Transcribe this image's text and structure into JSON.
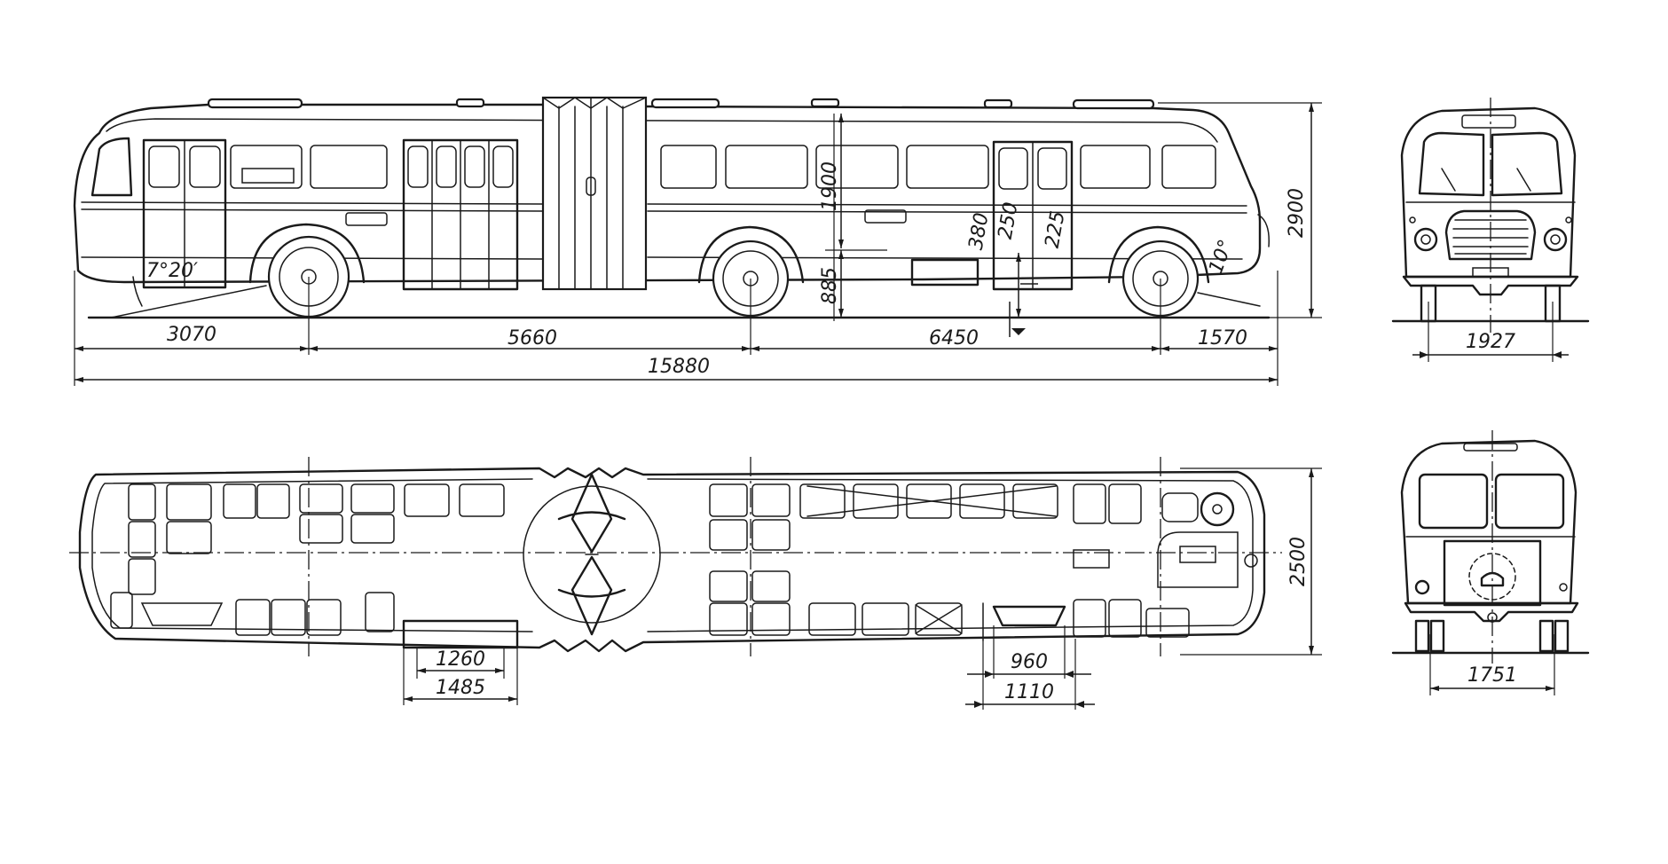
{
  "side_view": {
    "overall_length": "15880",
    "front_overhang": "3070",
    "front_wheelbase": "5660",
    "rear_wheelbase": "6450",
    "rear_overhang": "1570",
    "overall_height": "2900",
    "interior_height": "1900",
    "floor_height": "885",
    "step_380": "380",
    "step_250": "250",
    "step_225": "225",
    "approach_angle": "7°20′",
    "departure_angle": "10°"
  },
  "plan_view": {
    "overall_width": "2500",
    "door_front_inner": "1260",
    "door_front_outer": "1485",
    "door_rear_inner": "960",
    "door_rear_outer": "1110"
  },
  "front_view": {
    "track_width": "1927"
  },
  "rear_view": {
    "track_width": "1751"
  },
  "colors": {
    "ink": "#1a1a1a",
    "paper": "#ffffff"
  }
}
